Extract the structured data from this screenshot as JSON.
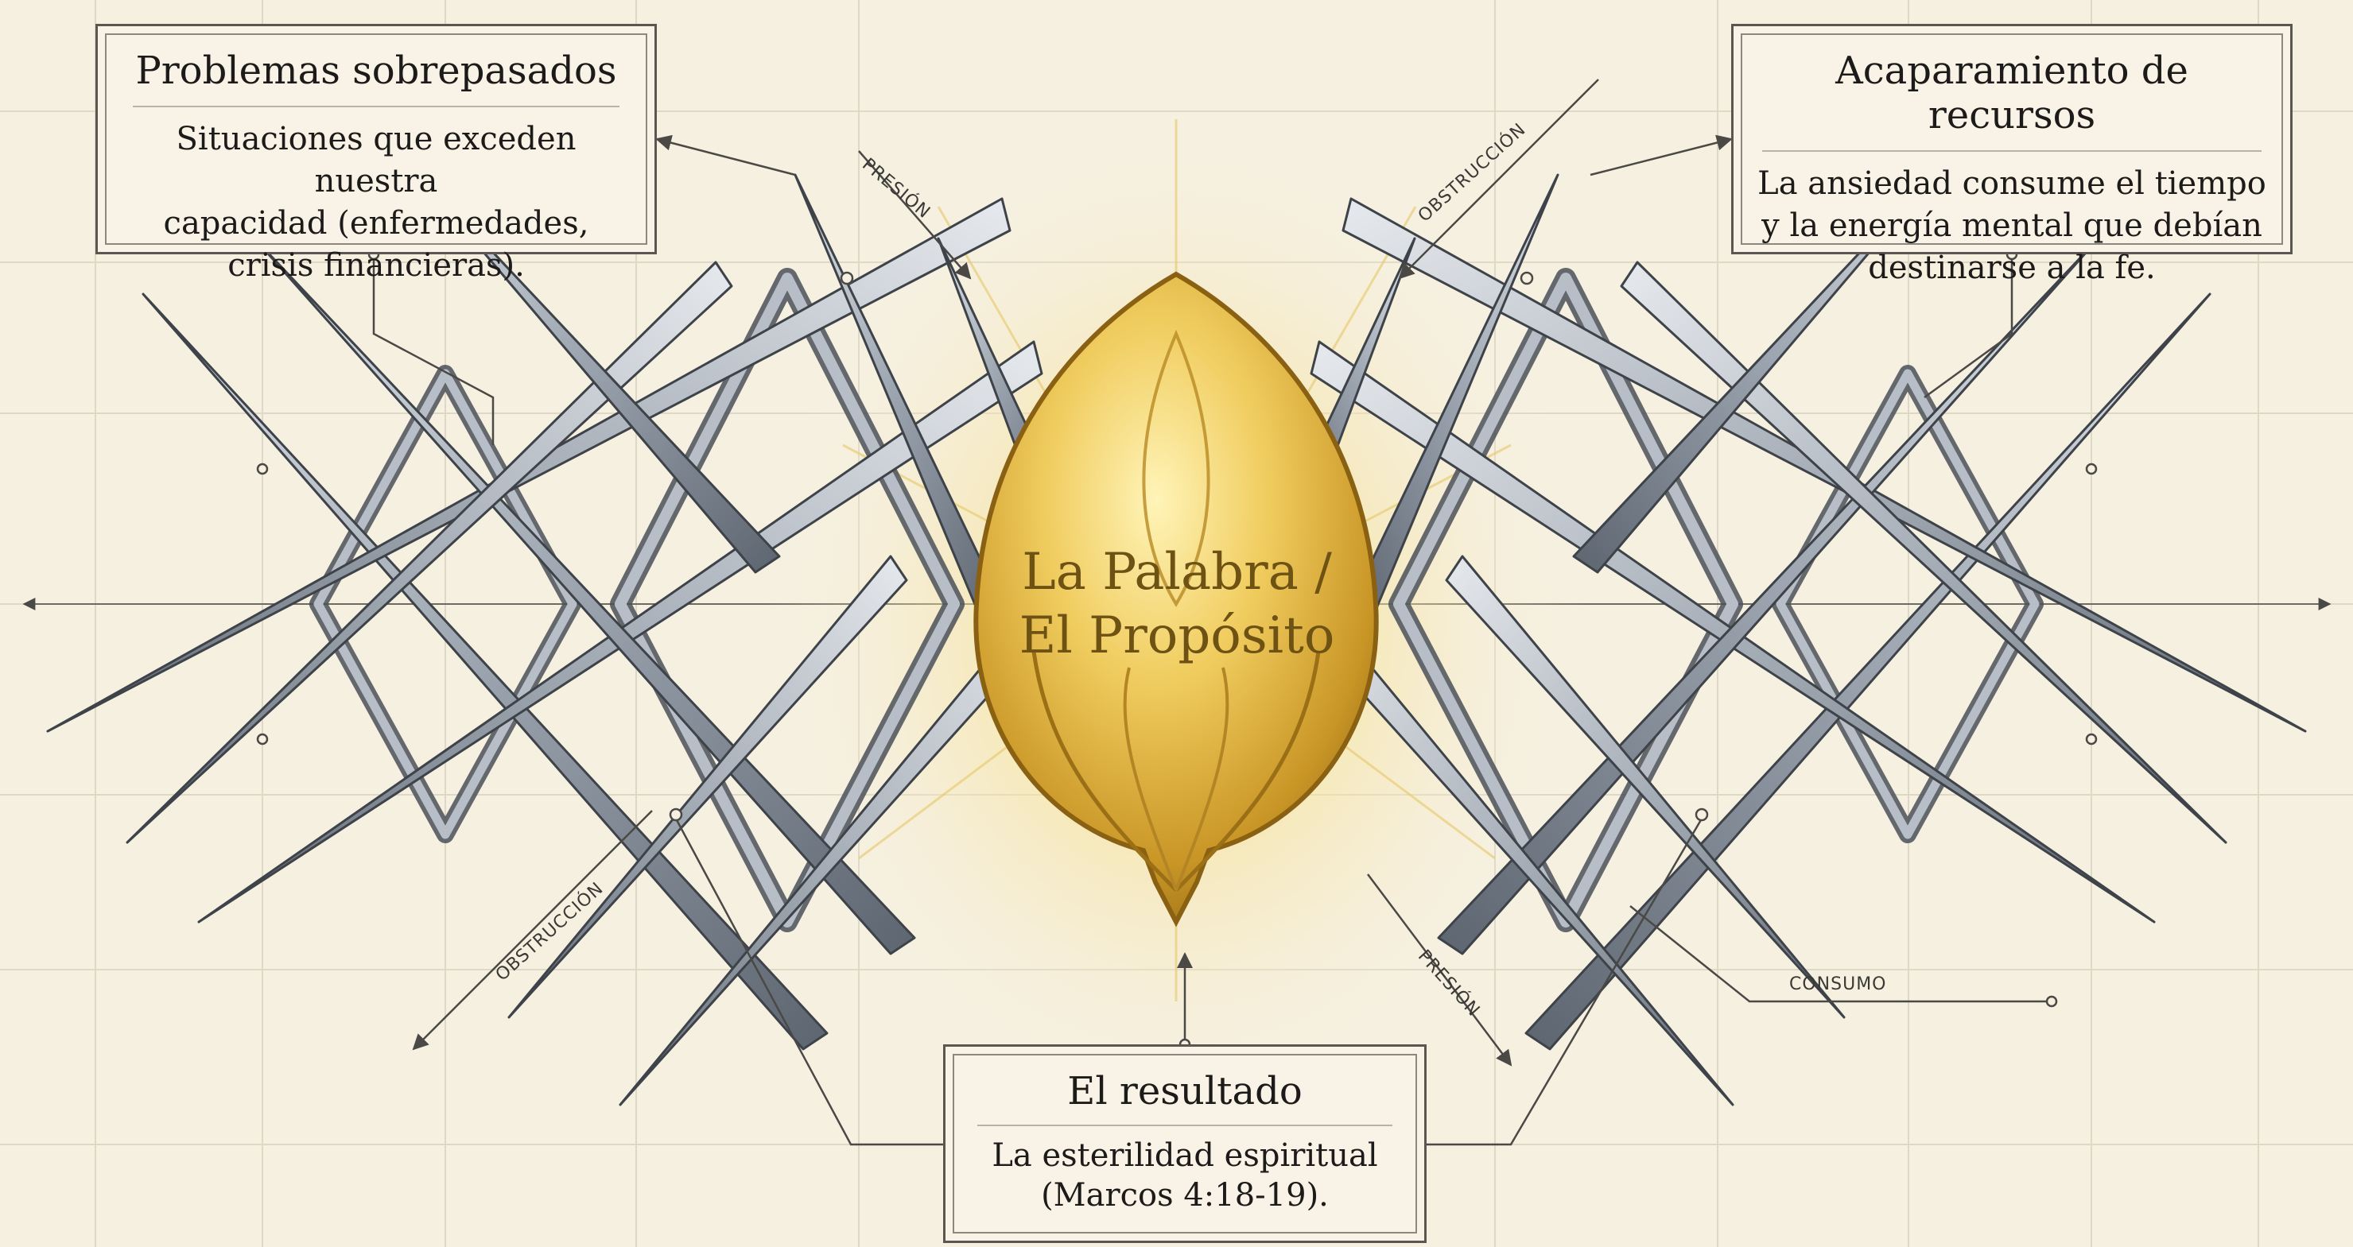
{
  "center": {
    "line1": "La Palabra /",
    "line2": "El Propósito"
  },
  "boxes": {
    "problems": {
      "title": "Problemas sobrepasados",
      "line1": "Situaciones que exceden nuestra",
      "line2": "capacidad (enfermedades,",
      "line3": "crisis financieras)."
    },
    "resources": {
      "title": "Acaparamiento de recursos",
      "line1": "La ansiedad consume el tiempo",
      "line2": "y la energía mental que debían",
      "line3": "destinarse a la fe."
    },
    "result": {
      "title": "El resultado",
      "line1": "La esterilidad espiritual",
      "line2": "(Marcos 4:18-19)."
    }
  },
  "labels": {
    "presion_top": "PRESIÓN",
    "obstruccion_top": "OBSTRUCCIÓN",
    "obstruccion_bottom": "OBSTRUCCIÓN",
    "presion_bottom": "PRESIÓN",
    "consumo": "CONSUMO"
  },
  "colors": {
    "background": "#f6f0e1",
    "thorn_steel": "#8d97a3",
    "gold": "#d6a52c",
    "ink": "#1c1b19"
  }
}
